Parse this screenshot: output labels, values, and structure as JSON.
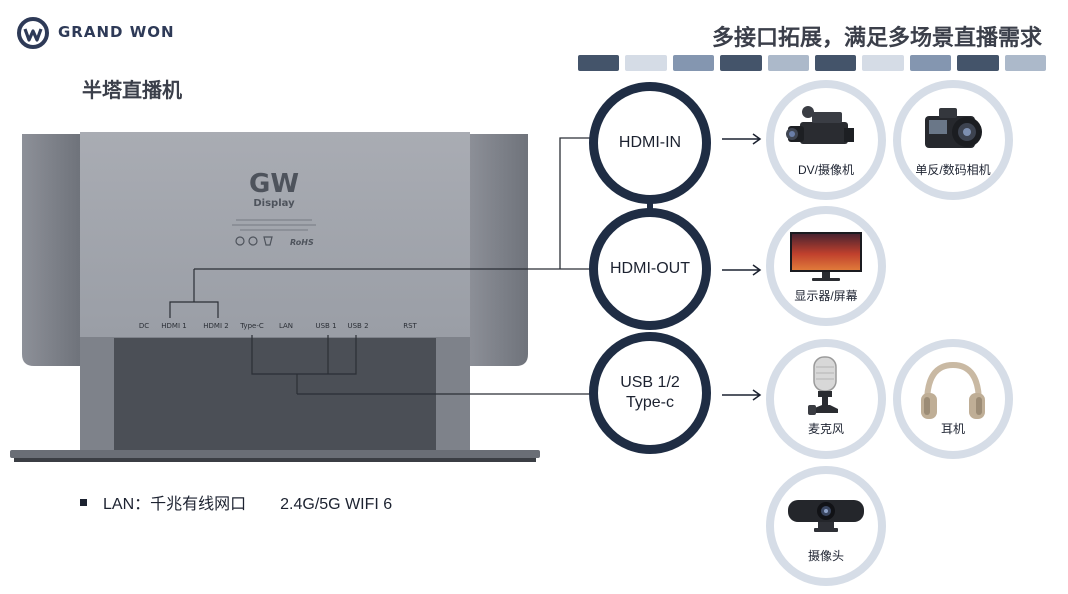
{
  "brand": {
    "name": "GRAND WON"
  },
  "headline": "多接口拓展，满足多场景直播需求",
  "palette": [
    "#44546a",
    "#d5dce6",
    "#8496b0",
    "#44546a",
    "#acb9ca",
    "#44546a",
    "#d5dce6",
    "#8496b0",
    "#44546a",
    "#acb9ca"
  ],
  "product_title": "半塔直播机",
  "device": {
    "logo_main": "GW",
    "logo_sub": "Display",
    "ports": [
      "DC",
      "HDMI 1",
      "HDMI 2",
      "Type-C",
      "LAN",
      "USB 1",
      "USB 2",
      "RST"
    ]
  },
  "hubs": [
    {
      "label": "HDMI-IN"
    },
    {
      "label": "HDMI-OUT"
    },
    {
      "label_line1": "USB 1/2",
      "label_line2": "Type-c"
    }
  ],
  "devices": [
    {
      "caption": "DV/摄像机",
      "icon": "camcorder-icon"
    },
    {
      "caption": "单反/数码相机",
      "icon": "dslr-camera-icon"
    },
    {
      "caption": "显示器/屏幕",
      "icon": "monitor-icon"
    },
    {
      "caption": "麦克风",
      "icon": "microphone-icon"
    },
    {
      "caption": "耳机",
      "icon": "headphones-icon"
    },
    {
      "caption": "摄像头",
      "icon": "webcam-icon"
    }
  ],
  "bullet": {
    "lan": "LAN：千兆有线网口",
    "wifi": "2.4G/5G WIFI 6"
  }
}
